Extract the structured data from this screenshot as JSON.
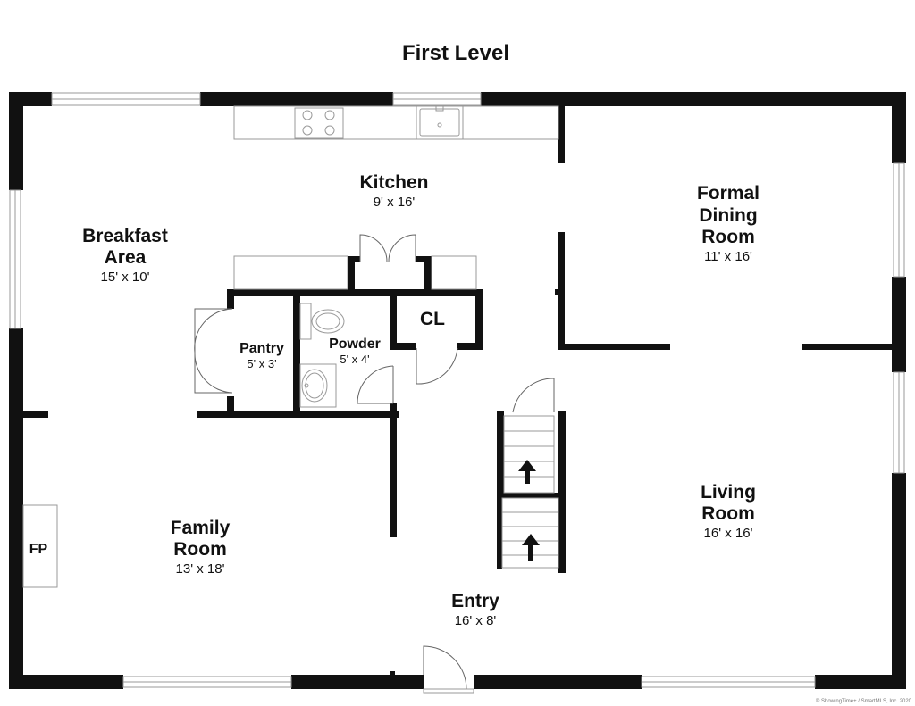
{
  "title": "First Level",
  "rooms": {
    "kitchen": {
      "name": "Kitchen",
      "dims": "9' x 16'"
    },
    "breakfast": {
      "name_line1": "Breakfast",
      "name_line2": "Area",
      "dims": "15' x 10'"
    },
    "dining": {
      "name_line1": "Formal",
      "name_line2": "Dining",
      "name_line3": "Room",
      "dims": "11' x 16'"
    },
    "pantry": {
      "name": "Pantry",
      "dims": "5' x 3'"
    },
    "powder": {
      "name": "Powder",
      "dims": "5' x 4'"
    },
    "closet": {
      "name": "CL"
    },
    "living": {
      "name_line1": "Living",
      "name_line2": "Room",
      "dims": "16' x 16'"
    },
    "family": {
      "name_line1": "Family",
      "name_line2": "Room",
      "dims": "13' x 18'"
    },
    "entry": {
      "name": "Entry",
      "dims": "16' x 8'"
    },
    "fireplace": {
      "name": "FP"
    }
  },
  "icons": [
    "stair-up-arrow-icon",
    "stove-icon",
    "sink-icon",
    "toilet-icon",
    "door-swing-icon"
  ],
  "copyright": "© ShowingTime+ / SmartMLS, Inc. 2020"
}
